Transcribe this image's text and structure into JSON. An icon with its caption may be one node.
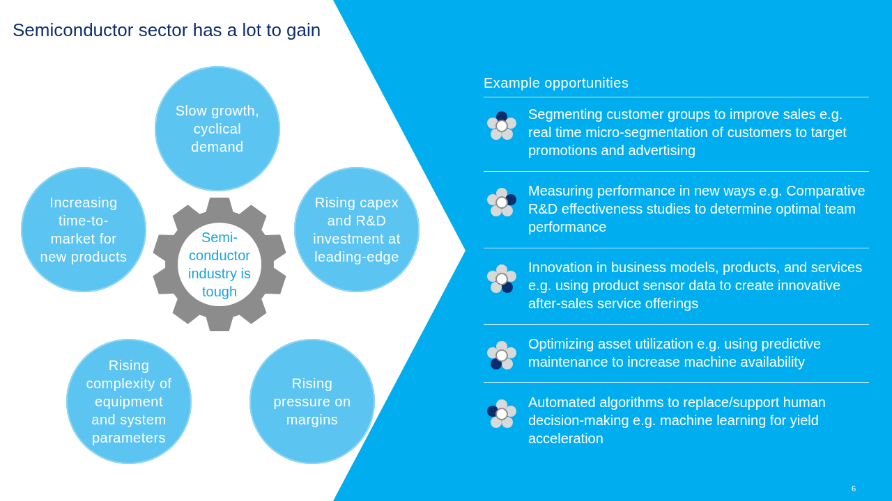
{
  "diagram": {
    "title": "Semiconductor sector has a lot to gain",
    "nodes": [
      {
        "text": [
          "Semi-conductor industry is tough"
        ]
      },
      {
        "text": [
          "Slow growth, cyclical demand"
        ]
      },
      {
        "text": [
          "Rising capex and R&D investment at leading-edge"
        ]
      },
      {
        "text": [
          "Rising pressure on margins"
        ]
      },
      {
        "text": [
          "Rising complexity of equipment and system parameters"
        ]
      },
      {
        "text": [
          "Increasing time-to-market for new products"
        ]
      }
    ],
    "edges": [],
    "labels": [
      "Example opportunities",
      "Segmenting customer groups to improve sales e.g. real time micro-segmentation of customers to target promotions and advertising",
      "Measuring performance in new ways e.g. Comparative R&D effectiveness studies to determine optimal team performance",
      "Innovation in business models, products, and services e.g. using product sensor data to create innovative after-sales service offerings",
      "Optimizing asset utilization e.g. using predictive maintenance to increase machine availability",
      "Automated algorithms to replace/support human decision-making e.g. machine learning for yield acceleration",
      "6"
    ]
  }
}
